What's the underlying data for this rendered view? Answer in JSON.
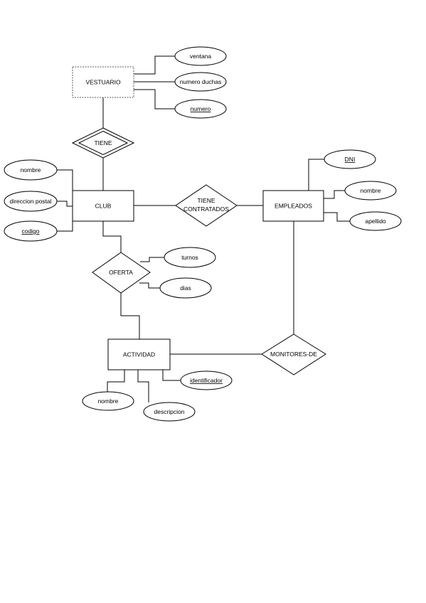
{
  "entities": {
    "vestuario": "VESTUARIO",
    "club": "CLUB",
    "empleados": "EMPLEADOS",
    "actividad": "ACTIVIDAD"
  },
  "relationships": {
    "tiene": "TIENE",
    "tiene_contratados": [
      "TIENE",
      "CONTRATADOS"
    ],
    "oferta": "OFERTA",
    "monitores_de": "MONITORES-DE"
  },
  "attributes": {
    "vestuario": [
      {
        "label": "ventana",
        "key": false
      },
      {
        "label": "numero duchas",
        "key": false
      },
      {
        "label": "numero",
        "key": true
      }
    ],
    "club": [
      {
        "label": "nombre",
        "key": false
      },
      {
        "label": "direccion postal",
        "key": false
      },
      {
        "label": "codigo",
        "key": true
      }
    ],
    "empleados": [
      {
        "label": "DNI",
        "key": true
      },
      {
        "label": "nombre",
        "key": false
      },
      {
        "label": "apellido",
        "key": false
      }
    ],
    "oferta": [
      {
        "label": "turnos",
        "key": false
      },
      {
        "label": "dias",
        "key": false
      }
    ],
    "actividad": [
      {
        "label": "identificador",
        "key": true
      },
      {
        "label": "nombre",
        "key": false
      },
      {
        "label": "descripcion",
        "key": false
      }
    ]
  }
}
